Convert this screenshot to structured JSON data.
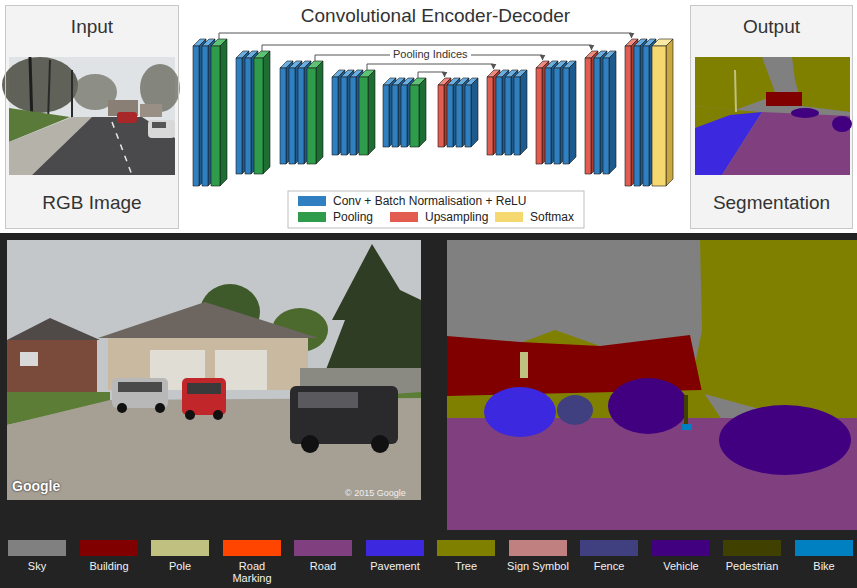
{
  "diagram": {
    "title": "Convolutional Encoder-Decoder",
    "nodes": [
      {
        "text": [
          "Input",
          "RGB Image"
        ]
      },
      {
        "text": [
          "Output",
          "Segmentation"
        ]
      }
    ],
    "labels": [
      "Pooling Indices",
      "Google",
      "© 2015 Google"
    ],
    "legend": [
      {
        "text": "Conv + Batch Normalisation + ReLU",
        "color": "#2f7fc1"
      },
      {
        "text": "Pooling",
        "color": "#2e9c4a"
      },
      {
        "text": "Upsampling",
        "color": "#e25c4f"
      },
      {
        "text": "Softmax",
        "color": "#f6d870"
      },
      {
        "text": "Sky",
        "color": "#808080"
      },
      {
        "text": "Building",
        "color": "#800000"
      },
      {
        "text": "Pole",
        "color": "#c0c080"
      },
      {
        "text": "Road Marking",
        "color": "#ff4500"
      },
      {
        "text": "Road",
        "color": "#804080"
      },
      {
        "text": "Pavement",
        "color": "#3c28de"
      },
      {
        "text": "Tree",
        "color": "#808000"
      },
      {
        "text": "Sign Symbol",
        "color": "#c08080"
      },
      {
        "text": "Fence",
        "color": "#404080"
      },
      {
        "text": "Vehicle",
        "color": "#400080"
      },
      {
        "text": "Pedestrian",
        "color": "#404000"
      },
      {
        "text": "Bike",
        "color": "#0080c0"
      }
    ]
  }
}
